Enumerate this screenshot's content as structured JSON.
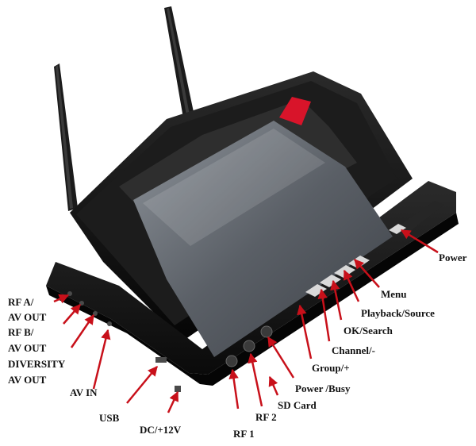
{
  "labels": {
    "power": "Power",
    "menu": "Menu",
    "playback_source": "Playback/Source",
    "ok_search": "OK/Search",
    "channel_minus": "Channel/-",
    "group_plus": "Group/+",
    "power_busy": "Power /Busy",
    "sd_card": "SD Card",
    "rf2": "RF 2",
    "rf1": "RF 1",
    "dc_12v": "DC/+12V",
    "usb": "USB",
    "av_in": "AV IN",
    "rf_a": "RF A/",
    "rf_a_out": "AV OUT",
    "rf_b": "RF B/",
    "rf_b_out": "AV OUT",
    "diversity": "DIVERSITY",
    "diversity_out": "AV OUT"
  },
  "colors": {
    "arrow": "#c8101a",
    "text": "#111111",
    "body": "#121212"
  }
}
